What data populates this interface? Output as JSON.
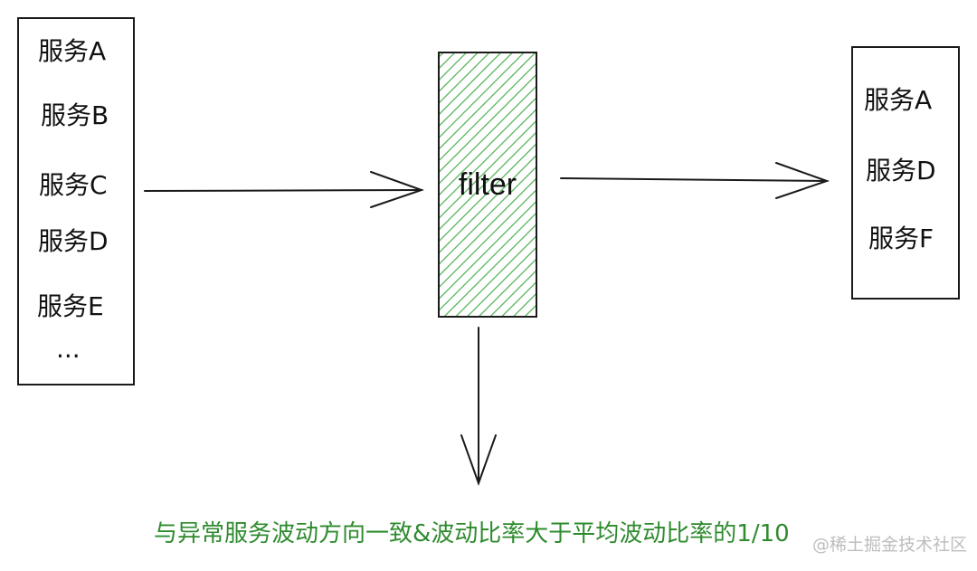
{
  "input_services": {
    "items": [
      "服务A",
      "服务B",
      "服务C",
      "服务D",
      "服务E",
      "..."
    ]
  },
  "filter": {
    "label": "filter",
    "fill_color": "#4caf50"
  },
  "output_services": {
    "items": [
      "服务A",
      "服务D",
      "服务F"
    ]
  },
  "caption": {
    "text": "与异常服务波动方向一致&波动比率大于平均波动比率的1/10",
    "color": "#2e8b2e"
  },
  "watermark": {
    "text": "@稀土掘金技术社区"
  }
}
